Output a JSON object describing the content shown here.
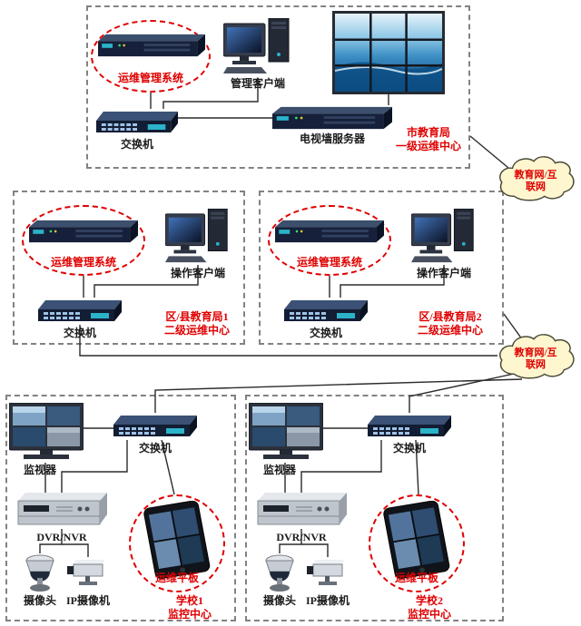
{
  "colors": {
    "accent_red": "#e00000",
    "cloud_fill": "#fdf6cf",
    "wire": "#2b2b2b"
  },
  "zones": {
    "city": {
      "ops_system": "运维管理系统",
      "client": "管理客户端",
      "tv_server": "电视墙服务器",
      "switch": "交换机",
      "title1": "市教育局",
      "title2": "一级运维中心"
    },
    "district1": {
      "ops_system": "运维管理系统",
      "client": "操作客户端",
      "switch": "交换机",
      "title1": "区/县教育局1",
      "title2": "二级运维中心"
    },
    "district2": {
      "ops_system": "运维管理系统",
      "client": "操作客户端",
      "switch": "交换机",
      "title1": "区/县教育局2",
      "title2": "二级运维中心"
    },
    "school1": {
      "monitor": "监视器",
      "switch": "交换机",
      "dvr": "DVR/NVR",
      "camera": "摄像头",
      "ip_camera": "IP摄像机",
      "tablet": "运维平板",
      "title1": "学校1",
      "title2": "监控中心"
    },
    "school2": {
      "monitor": "监视器",
      "switch": "交换机",
      "dvr": "DVR/NVR",
      "camera": "摄像头",
      "ip_camera": "IP摄像机",
      "tablet": "运维平板",
      "title1": "学校2",
      "title2": "监控中心"
    }
  },
  "clouds": {
    "cloud1": {
      "line1": "教育网/互",
      "line2": "联网"
    },
    "cloud2": {
      "line1": "教育网/互",
      "line2": "联网"
    }
  }
}
